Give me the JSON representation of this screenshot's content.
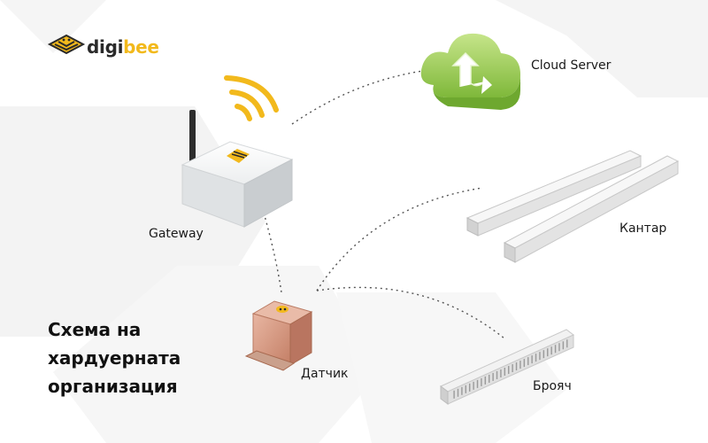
{
  "logo": {
    "word_a": "digi",
    "word_b": "bee"
  },
  "title_lines": [
    "Схема на",
    "хардуерната",
    "организация"
  ],
  "nodes": {
    "cloud": "Cloud Server",
    "gateway": "Gateway",
    "scale": "Кантар",
    "sensor": "Датчик",
    "counter": "Брояч"
  },
  "colors": {
    "accent": "#f2b91c",
    "cloud_green": "#8cc63f",
    "sensor_copper": "#d79a82",
    "line": "#555555"
  }
}
